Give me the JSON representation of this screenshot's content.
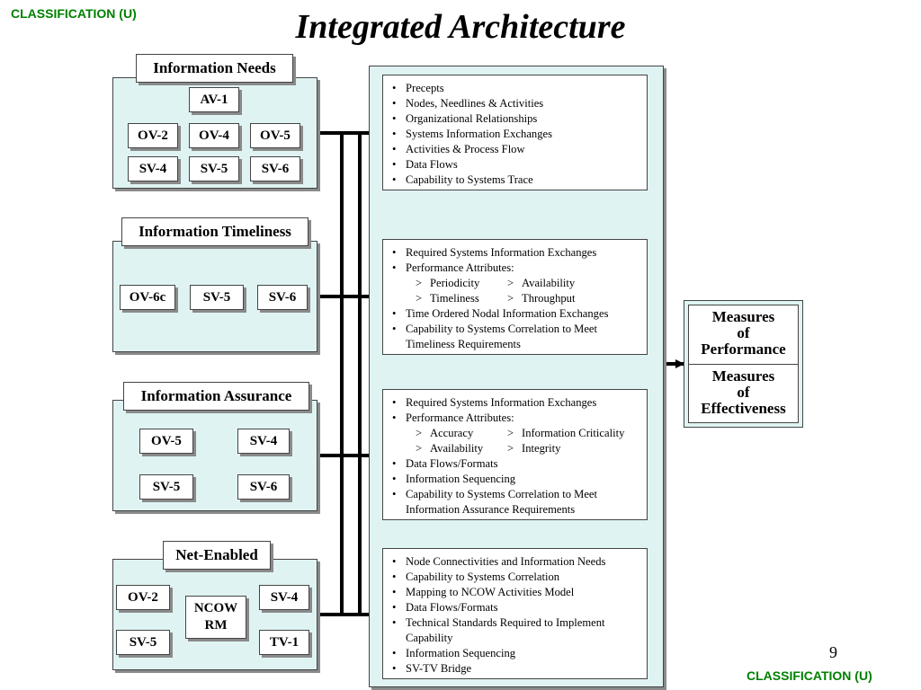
{
  "classification": {
    "top": "CLASSIFICATION (U)",
    "bottom": "CLASSIFICATION (U)"
  },
  "title": "Integrated Architecture",
  "page_number": "9",
  "groups": [
    {
      "label": "Information  Needs",
      "views": [
        "AV-1",
        "OV-2",
        "OV-4",
        "OV-5",
        "SV-4",
        "SV-5",
        "SV-6"
      ]
    },
    {
      "label": "Information Timeliness",
      "views": [
        "OV-6c",
        "SV-5",
        "SV-6"
      ]
    },
    {
      "label": "Information Assurance",
      "views": [
        "OV-5",
        "SV-4",
        "SV-5",
        "SV-6"
      ]
    },
    {
      "label": "Net-Enabled",
      "views": [
        "OV-2",
        "NCOW RM",
        "SV-4",
        "SV-5",
        "TV-1"
      ]
    }
  ],
  "boxes": [
    {
      "items": [
        "Precepts",
        "Nodes,  Needlines & Activities",
        "Organizational Relationships",
        "Systems Information Exchanges",
        "Activities &  Process Flow",
        "Data Flows",
        "Capability to Systems Trace"
      ]
    },
    {
      "items": [
        "Required Systems Information Exchanges",
        "Performance Attributes:"
      ],
      "sub": [
        [
          "Periodicity",
          "Availability"
        ],
        [
          "Timeliness",
          "Throughput"
        ]
      ],
      "items_after": [
        "Time Ordered Nodal Information Exchanges",
        "Capability to Systems Correlation to Meet",
        "Timeliness Requirements"
      ]
    },
    {
      "items": [
        "Required Systems Information Exchanges",
        "Performance Attributes:"
      ],
      "sub": [
        [
          "Accuracy",
          "Information Criticality"
        ],
        [
          "Availability",
          "Integrity"
        ]
      ],
      "items_after": [
        "Data Flows/Formats",
        "Information Sequencing",
        "Capability to Systems Correlation to Meet",
        "Information Assurance Requirements"
      ]
    },
    {
      "items": [
        "Node Connectivities and Information Needs",
        "Capability to Systems Correlation",
        "Mapping to NCOW Activities Model",
        "Data Flows/Formats",
        "Technical Standards Required to Implement",
        "Capability",
        "Information Sequencing",
        "SV-TV Bridge"
      ]
    }
  ],
  "measures": {
    "performance": [
      "Measures",
      "of",
      "Performance"
    ],
    "effectiveness": [
      "Measures",
      "of",
      "Effectiveness"
    ]
  },
  "colors": {
    "panel": "#dff3f3",
    "classification": "#008000"
  }
}
